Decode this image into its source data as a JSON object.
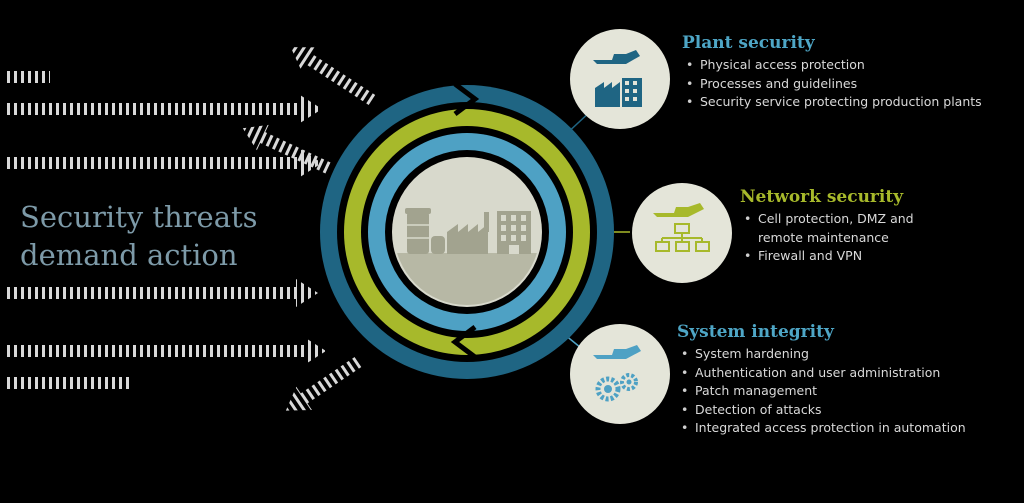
{
  "headline": {
    "line1": "Security threats",
    "line2": "demand action"
  },
  "colors": {
    "background": "#000000",
    "outer_ring": "#1f6583",
    "middle_ring": "#a7b92b",
    "inner_ring": "#4ea1c4",
    "core": "#d8d9cc",
    "factory": "#a2a38f",
    "plant_title": "#4ea6c6",
    "network_title": "#a7b92b",
    "system_title": "#4ea6c6",
    "arrow": "#d9d9d9"
  },
  "sections": {
    "plant": {
      "title": "Plant security",
      "icon": "hand-factory-icon",
      "items": [
        "Physical access protection",
        "Processes and guidelines",
        "Security service protecting production plants"
      ]
    },
    "network": {
      "title": "Network security",
      "icon": "hand-network-icon",
      "items": [
        "Cell protection, DMZ and",
        "remote maintenance",
        "Firewall and VPN"
      ]
    },
    "system": {
      "title": "System integrity",
      "icon": "hand-gears-icon",
      "items": [
        "System hardening",
        "Authentication and user administration",
        "Patch management",
        "Detection of attacks",
        "Integrated access protection in automation"
      ]
    }
  }
}
